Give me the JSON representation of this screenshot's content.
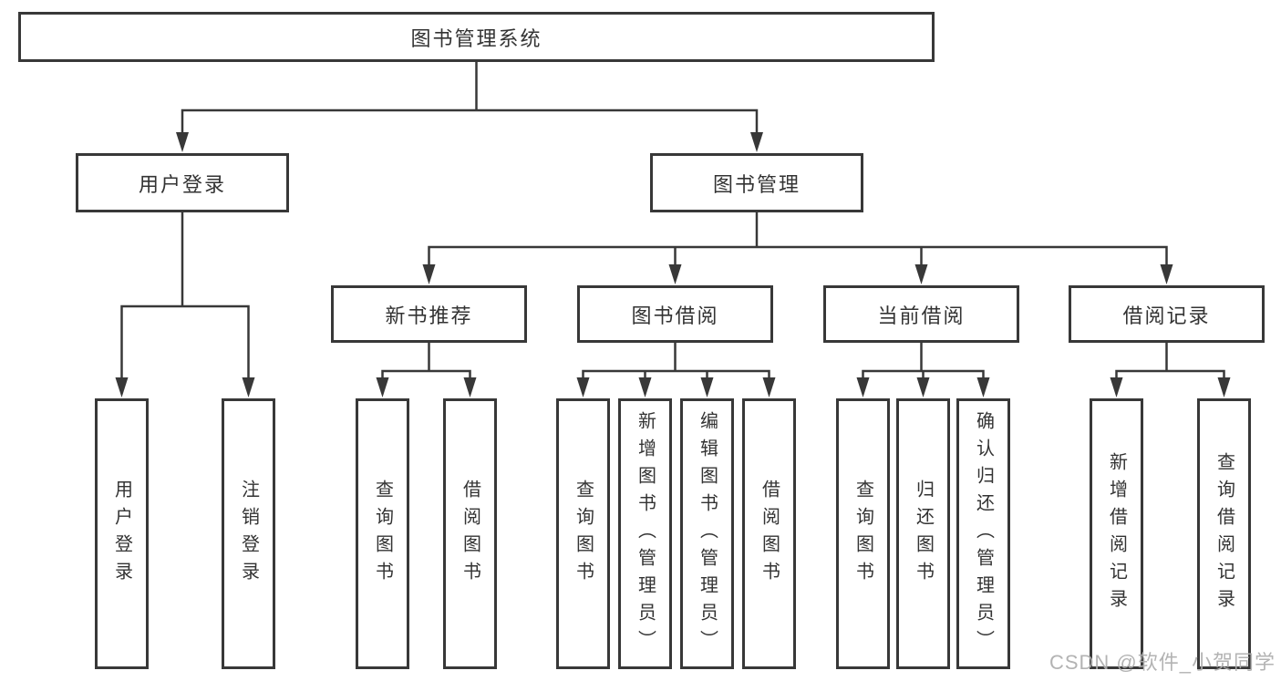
{
  "tree": {
    "label": "图书管理系统",
    "children": [
      {
        "label": "用户登录",
        "children": [
          {
            "label": "用户登录"
          },
          {
            "label": "注销登录"
          }
        ]
      },
      {
        "label": "图书管理",
        "children": [
          {
            "label": "新书推荐",
            "children": [
              {
                "label": "查询图书"
              },
              {
                "label": "借阅图书"
              }
            ]
          },
          {
            "label": "图书借阅",
            "children": [
              {
                "label": "查询图书"
              },
              {
                "label": "新增图书（管理员）"
              },
              {
                "label": "编辑图书（管理员）"
              },
              {
                "label": "借阅图书"
              }
            ]
          },
          {
            "label": "当前借阅",
            "children": [
              {
                "label": "查询图书"
              },
              {
                "label": "归还图书"
              },
              {
                "label": "确认归还（管理员）"
              }
            ]
          },
          {
            "label": "借阅记录",
            "children": [
              {
                "label": "新增借阅记录"
              },
              {
                "label": "查询借阅记录"
              }
            ]
          }
        ]
      }
    ]
  },
  "watermark": {
    "text": "CSDN @软件_小贺同学",
    "color": "#acacac"
  },
  "colors": {
    "line": "#383838",
    "text": "#333333",
    "box_background": "#ffffff"
  }
}
